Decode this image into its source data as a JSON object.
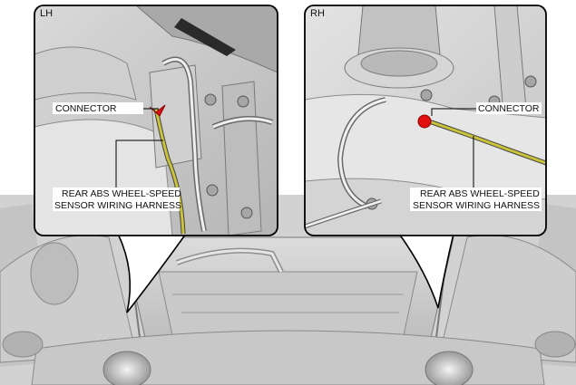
{
  "panels": {
    "left": {
      "title": "LH",
      "connector_label": "CONNECTOR",
      "harness_label_line1": "REAR ABS WHEEL-SPEED",
      "harness_label_line2": "SENSOR WIRING HARNESS"
    },
    "right": {
      "title": "RH",
      "connector_label": "CONNECTOR",
      "harness_label_line1": "REAR ABS WHEEL-SPEED",
      "harness_label_line2": "SENSOR WIRING HARNESS"
    }
  },
  "colors": {
    "harness": "#c9c23a",
    "connector": "#e01010",
    "body_gray": "#c6c6c6",
    "background_gray": "#d4d4d4"
  }
}
